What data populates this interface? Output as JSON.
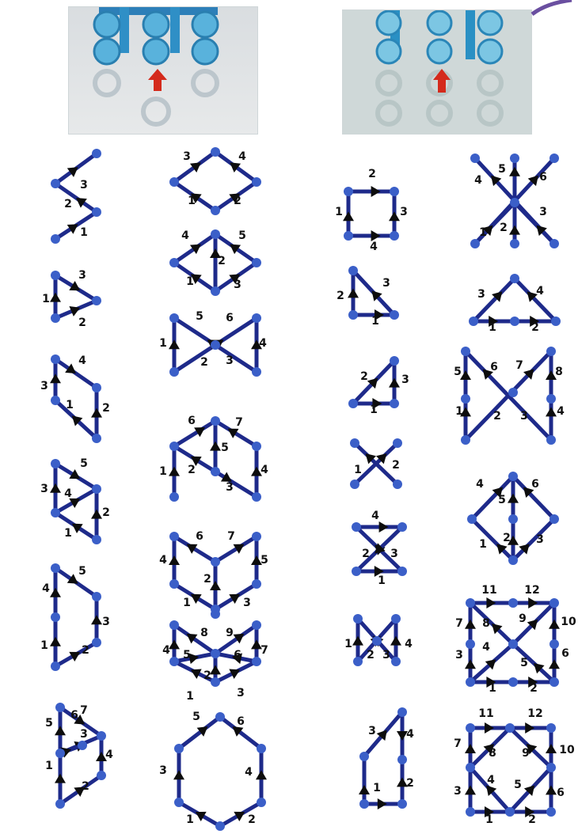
{
  "colors": {
    "edge": "#1e2a8a",
    "node": "#3b5fc8",
    "arrow": "#0d0d0d",
    "label": "#111111",
    "peg_blue": "#2f93c8",
    "arrow_red": "#d42a1c"
  },
  "photos": [
    {
      "name": "loom-photo-left",
      "icon": "red-arrow-icon"
    },
    {
      "name": "loom-photo-right",
      "icon": "red-arrow-icon"
    }
  ],
  "diagrams": [
    {
      "id": "zigzag-3",
      "labels": [
        "1",
        "2",
        "3"
      ]
    },
    {
      "id": "diamond-4",
      "labels": [
        "1",
        "2",
        "3",
        "4"
      ]
    },
    {
      "id": "square-4",
      "labels": [
        "1",
        "2",
        "3",
        "4"
      ]
    },
    {
      "id": "star-6",
      "labels": [
        "1",
        "2",
        "3",
        "4",
        "5",
        "6"
      ]
    },
    {
      "id": "triangle-3",
      "labels": [
        "1",
        "2",
        "3"
      ]
    },
    {
      "id": "diamond-split-5",
      "labels": [
        "1",
        "2",
        "3",
        "4",
        "5"
      ]
    },
    {
      "id": "right-triangle-3",
      "labels": [
        "1",
        "2",
        "3"
      ]
    },
    {
      "id": "wide-triangle-4",
      "labels": [
        "1",
        "2",
        "3",
        "4"
      ]
    },
    {
      "id": "parallelogram-4",
      "labels": [
        "1",
        "2",
        "3",
        "4"
      ]
    },
    {
      "id": "bowtie-6",
      "labels": [
        "1",
        "2",
        "3",
        "4",
        "5",
        "6"
      ]
    },
    {
      "id": "small-triangle-3",
      "labels": [
        "1",
        "2",
        "3"
      ]
    },
    {
      "id": "bowtie-8",
      "labels": [
        "1",
        "2",
        "3",
        "4",
        "5",
        "6",
        "7",
        "8"
      ]
    },
    {
      "id": "parallelogram-5",
      "labels": [
        "1",
        "2",
        "3",
        "4",
        "5"
      ]
    },
    {
      "id": "cube-7",
      "labels": [
        "1",
        "2",
        "3",
        "4",
        "5",
        "6",
        "7"
      ]
    },
    {
      "id": "cross-2",
      "labels": [
        "1",
        "2"
      ]
    },
    {
      "id": "kite-6",
      "labels": [
        "1",
        "2",
        "3",
        "4",
        "5",
        "6"
      ]
    },
    {
      "id": "pentagon-5",
      "labels": [
        "1",
        "2",
        "3",
        "4",
        "5"
      ]
    },
    {
      "id": "chevron-7",
      "labels": [
        "1",
        "2",
        "3",
        "4",
        "5",
        "6",
        "7"
      ]
    },
    {
      "id": "hourglass-4",
      "labels": [
        "1",
        "2",
        "3",
        "4"
      ]
    },
    {
      "id": "box-12",
      "labels": [
        "1",
        "2",
        "3",
        "4",
        "5",
        "6",
        "7",
        "8",
        "9",
        "10",
        "11",
        "12"
      ]
    },
    {
      "id": "chevron-9",
      "labels": [
        "1",
        "2",
        "3",
        "4",
        "5",
        "6",
        "7",
        "8",
        "9"
      ]
    },
    {
      "id": "double-bowtie-4",
      "labels": [
        "1",
        "2",
        "3",
        "4"
      ]
    },
    {
      "id": "house-7",
      "labels": [
        "1",
        "2",
        "3",
        "4",
        "5",
        "6",
        "7"
      ]
    },
    {
      "id": "hexagon-6",
      "labels": [
        "1",
        "2",
        "3",
        "4",
        "5",
        "6"
      ]
    },
    {
      "id": "side-triangle-4",
      "labels": [
        "1",
        "2",
        "3",
        "4"
      ]
    },
    {
      "id": "box-diamond-12",
      "labels": [
        "1",
        "2",
        "3",
        "4",
        "5",
        "6",
        "7",
        "8",
        "9",
        "10",
        "11",
        "12"
      ]
    }
  ]
}
